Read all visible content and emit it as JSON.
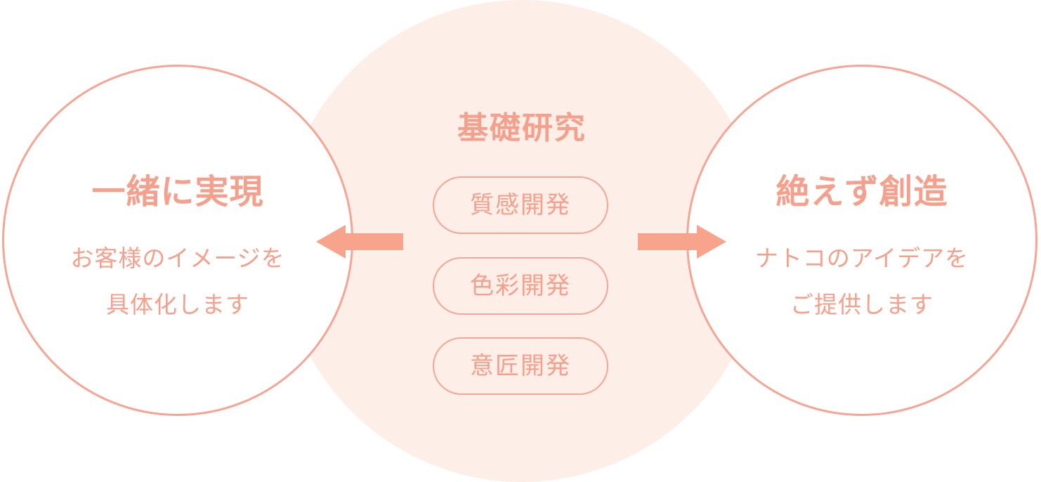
{
  "center": {
    "title": "基礎研究",
    "items": [
      "質感開発",
      "色彩開発",
      "意匠開発"
    ]
  },
  "left": {
    "title": "一緒に実現",
    "desc_lines": [
      "お客様のイメージを",
      "具体化します"
    ]
  },
  "right": {
    "title": "絶えず創造",
    "desc_lines": [
      "ナトコのアイデアを",
      "ご提供します"
    ]
  },
  "colors": {
    "accent": "#f4a08c",
    "circle_border": "#f6a595",
    "center_fill": "#fdeee8",
    "arrow": "#f8a48d"
  }
}
